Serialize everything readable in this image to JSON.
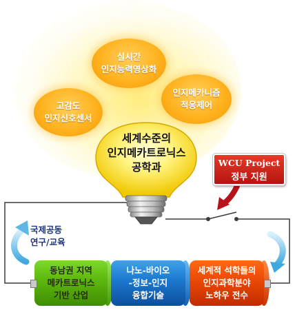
{
  "bubbles": {
    "top": {
      "line1": "실시간",
      "line2": "인지능력영상화"
    },
    "left": {
      "line1": "고감도",
      "line2": "인지신호센서"
    },
    "right": {
      "line1": "인지메카니즘",
      "line2": "적응제어"
    }
  },
  "bulb": {
    "line1": "세계수준의",
    "line2": "인지메카트로닉스",
    "line3": "공학과"
  },
  "wcu": {
    "title": "WCU Project",
    "subtitle": "정부 지원"
  },
  "international": {
    "line1": "국제공동",
    "line2": "연구/교육"
  },
  "cylinders": [
    {
      "line1": "동남권 지역",
      "line2": "메카트로닉스",
      "line3": "기반 산업"
    },
    {
      "line1": "나노-바이오",
      "line2": "-정보-인지",
      "line3": "융합기술"
    },
    {
      "line1": "세계적 석학들의",
      "line2": "인지과학분야",
      "line3": "노하우 전수"
    }
  ],
  "colors": {
    "bubble": "#ffb21f",
    "wcu": "#c8201a",
    "green": "#5fba0e",
    "blue": "#1b77cd",
    "red": "#ea4806",
    "arrow": "#5fb7e6"
  }
}
